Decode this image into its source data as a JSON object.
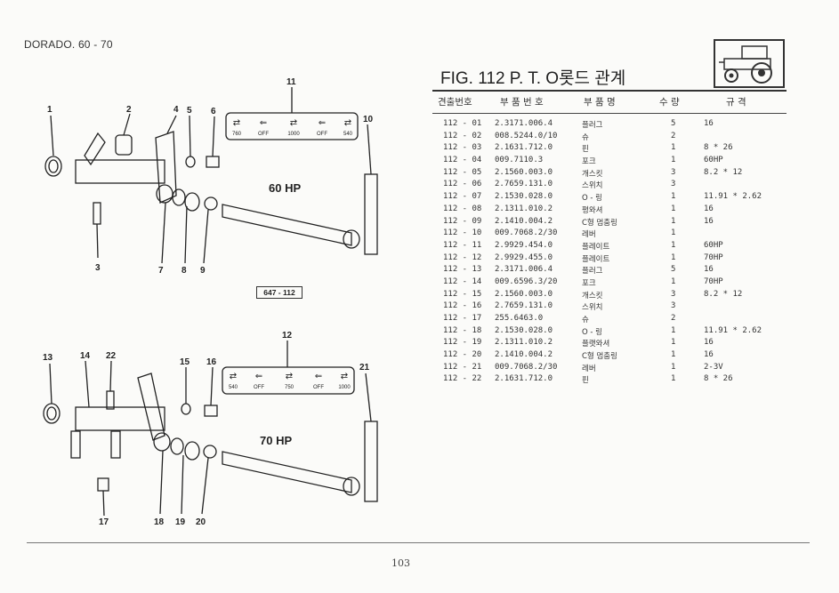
{
  "header": {
    "model": "DORADO. 60 - 70"
  },
  "figure": {
    "title": "FIG. 112 P. T. O롯드 관계"
  },
  "table": {
    "columns": [
      "견출번호",
      "부 품 번 호",
      "부 품 명",
      "수 량",
      "규 격"
    ],
    "rows": [
      [
        "112 - 01",
        "2.3171.006.4",
        "플러그",
        "5",
        "16"
      ],
      [
        "112 - 02",
        "008.5244.0/10",
        "슈",
        "2",
        ""
      ],
      [
        "112 - 03",
        "2.1631.712.0",
        "핀",
        "1",
        "8 * 26"
      ],
      [
        "112 - 04",
        "009.7110.3",
        "포크",
        "1",
        "60HP"
      ],
      [
        "112 - 05",
        "2.1560.003.0",
        "개스킷",
        "3",
        "8.2 * 12"
      ],
      [
        "112 - 06",
        "2.7659.131.0",
        "스위치",
        "3",
        ""
      ],
      [
        "112 - 07",
        "2.1530.028.0",
        "O - 링",
        "1",
        "11.91 * 2.62"
      ],
      [
        "112 - 08",
        "2.1311.010.2",
        "평와셔",
        "1",
        "16"
      ],
      [
        "112 - 09",
        "2.1410.004.2",
        "C형 멈춤링",
        "1",
        "16"
      ],
      [
        "112 - 10",
        "009.7068.2/30",
        "레버",
        "1",
        ""
      ],
      [
        "112 - 11",
        "2.9929.454.0",
        "플레이트",
        "1",
        "60HP"
      ],
      [
        "112 - 12",
        "2.9929.455.0",
        "플레이트",
        "1",
        "70HP"
      ],
      [
        "112 - 13",
        "2.3171.006.4",
        "플러그",
        "5",
        "16"
      ],
      [
        "112 - 14",
        "009.6596.3/20",
        "포크",
        "1",
        "70HP"
      ],
      [
        "112 - 15",
        "2.1560.003.0",
        "개스킷",
        "3",
        "8.2 * 12"
      ],
      [
        "112 - 16",
        "2.7659.131.0",
        "스위치",
        "3",
        ""
      ],
      [
        "112 - 17",
        "255.6463.0",
        "슈",
        "2",
        ""
      ],
      [
        "112 - 18",
        "2.1530.028.0",
        "O - 링",
        "1",
        "11.91 * 2.62"
      ],
      [
        "112 - 19",
        "2.1311.010.2",
        "플랫와셔",
        "1",
        "16"
      ],
      [
        "112 - 20",
        "2.1410.004.2",
        "C형 멈춤링",
        "1",
        "16"
      ],
      [
        "112 - 21",
        "009.7068.2/30",
        "레버",
        "1",
        "2-3V"
      ],
      [
        "112 - 22",
        "2.1631.712.0",
        "핀",
        "1",
        "8 * 26"
      ]
    ]
  },
  "diagram": {
    "label_60hp": "60 HP",
    "label_70hp": "70 HP",
    "ref_code": "647 - 112",
    "plate_60": [
      "760",
      "OFF",
      "1000",
      "OFF",
      "540"
    ],
    "plate_70": [
      "540",
      "OFF",
      "750",
      "OFF",
      "1000"
    ],
    "callouts_top": [
      "1",
      "2",
      "3",
      "4",
      "5",
      "6",
      "7",
      "8",
      "9",
      "10",
      "11"
    ],
    "callouts_bottom": [
      "12",
      "13",
      "14",
      "15",
      "16",
      "17",
      "18",
      "19",
      "20",
      "21",
      "22"
    ]
  },
  "footer": {
    "page": "103"
  }
}
